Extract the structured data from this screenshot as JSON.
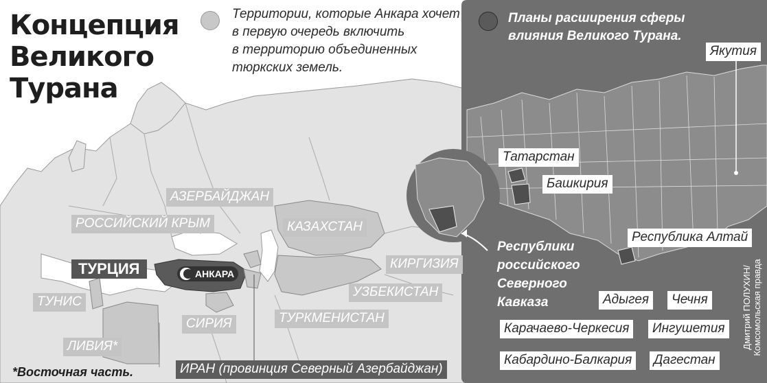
{
  "title": "Концепция\nВеликого\nТурана",
  "legend": {
    "light_text": "Территории, которые Анкара хочет\nв первую очередь включить\nв территорию объединенных\nтюркских земель.",
    "dark_text": "Планы расширения сферы\nвлияния Великого Турана."
  },
  "colors": {
    "light_zone": "#c8c8c8",
    "dark_zone": "#6f6f6f",
    "land": "#e3e3e3",
    "sea": "#ffffff"
  },
  "countries": {
    "turkey": "ТУРЦИЯ",
    "ankara": "АНКАРА",
    "azerbaijan": "АЗЕРБАЙДЖАН",
    "crimea": "РОССИЙСКИЙ КРЫМ",
    "kazakhstan": "КАЗАХСТАН",
    "kyrgyzstan": "КИРГИЗИЯ",
    "uzbekistan": "УЗБЕКИСТАН",
    "turkmenistan": "ТУРКМЕНИСТАН",
    "tunisia": "ТУНИС",
    "syria": "СИРИЯ",
    "libya": "ЛИВИЯ*",
    "iran": "ИРАН (провинция Северный Азербайджан)"
  },
  "regions": {
    "yakutia": "Якутия",
    "tatarstan": "Татарстан",
    "bashkiria": "Башкирия",
    "altai": "Республика Алтай",
    "north_caucasus": "Республики\nроссийского\nСеверного\nКавказа",
    "adygea": "Адыгея",
    "chechnya": "Чечня",
    "karachay": "Карачаево-Черкесия",
    "ingushetia": "Ингушетия",
    "kabardino": "Кабардино-Балкария",
    "dagestan": "Дагестан"
  },
  "footnote": "*Восточная часть.",
  "credit": "Дмитрий ПОЛУХИН/\nКомсомольская правда"
}
